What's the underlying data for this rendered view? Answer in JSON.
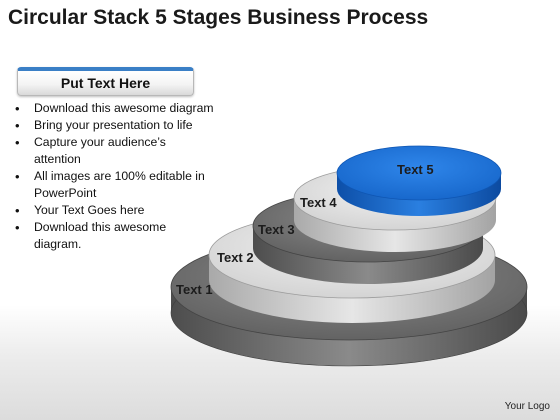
{
  "title": "Circular Stack 5 Stages Business Process",
  "panel": {
    "header": "Put Text Here",
    "bullets": [
      "Download this awesome diagram",
      "Bring your presentation to life",
      "Capture your audience’s attention",
      "All images are 100% editable in PowerPoint",
      "Your Text Goes here",
      "Download this awesome diagram."
    ]
  },
  "stages": [
    {
      "label": "Text 1",
      "color": "#6f6f6f"
    },
    {
      "label": "Text 2",
      "color": "#dadada"
    },
    {
      "label": "Text 3",
      "color": "#6a6a6a"
    },
    {
      "label": "Text 4",
      "color": "#d4d4d4"
    },
    {
      "label": "Text 5",
      "color": "#1f6fd1"
    }
  ],
  "logo": "Your Logo",
  "colors": {
    "accent": "#3a7fc6"
  }
}
